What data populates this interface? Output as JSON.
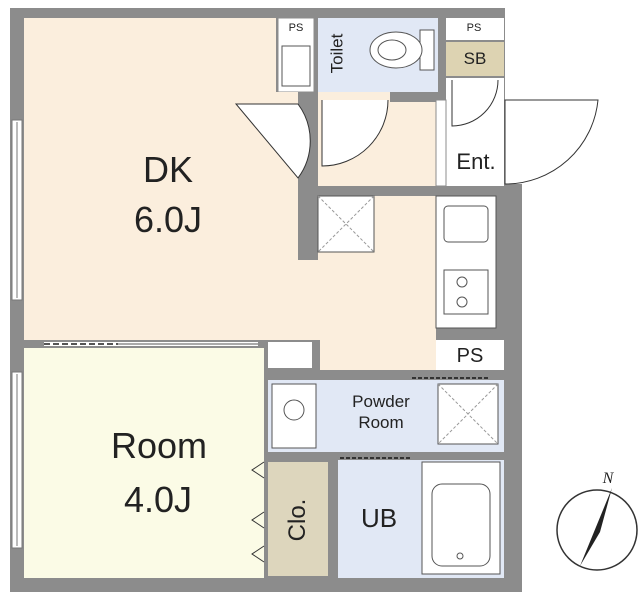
{
  "plan": {
    "rooms": {
      "dk": {
        "name": "DK",
        "size": "6.0J"
      },
      "room": {
        "name": "Room",
        "size": "4.0J"
      },
      "toilet": {
        "name": "Toilet"
      },
      "entrance": {
        "name": "Ent."
      },
      "powder": {
        "name_line1": "Powder",
        "name_line2": "Room"
      },
      "ub": {
        "name": "UB"
      },
      "closet": {
        "name": "Clo."
      },
      "shoe_box": {
        "name": "SB"
      }
    },
    "pipe_spaces": [
      "PS",
      "PS",
      "PS"
    ],
    "compass": {
      "north": "N"
    },
    "colors": {
      "wall": "#8c8c8c",
      "dk_floor": "#fbeedd",
      "room_floor": "#fbfbe6",
      "wet_area": "#e1e8f5",
      "closet": "#ddd6bd",
      "shoe_box": "#ddd3b2"
    }
  }
}
